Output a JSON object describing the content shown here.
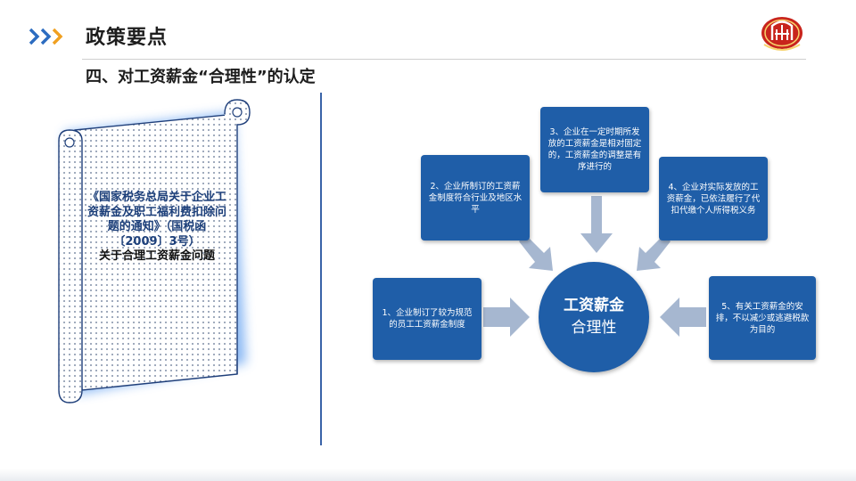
{
  "header": {
    "title": "政策要点",
    "subtitle": "四、对工资薪金“合理性”的认定"
  },
  "scroll": {
    "document": "《国家税务总局关于企业工资薪金及职工福利费扣除问题的通知》（国税函〔2009〕3号）",
    "topic": "关于合理工资薪金问题"
  },
  "diagram": {
    "center": {
      "line1": "工资薪金",
      "line2": "合理性"
    },
    "nodes": [
      {
        "id": "1",
        "text": "1、企业制订了较为规范的员工工资薪金制度"
      },
      {
        "id": "2",
        "text": "2、企业所制订的工资薪金制度符合行业及地区水平"
      },
      {
        "id": "3",
        "text": "3、企业在一定时期所发放的工资薪金是相对固定的，工资薪金的调整是有序进行的"
      },
      {
        "id": "4",
        "text": "4、企业对实际发放的工资薪金，已依法履行了代扣代缴个人所得税义务"
      },
      {
        "id": "5",
        "text": "5、有关工资薪金的安排，不以减少或逃避税款为目的"
      }
    ]
  },
  "colors": {
    "box": "#1f5ea8",
    "arrow": "#a6b7d0",
    "accent_orange": "#f0a020",
    "accent_blue": "#2c6cc0",
    "logo_red": "#c8241c"
  }
}
